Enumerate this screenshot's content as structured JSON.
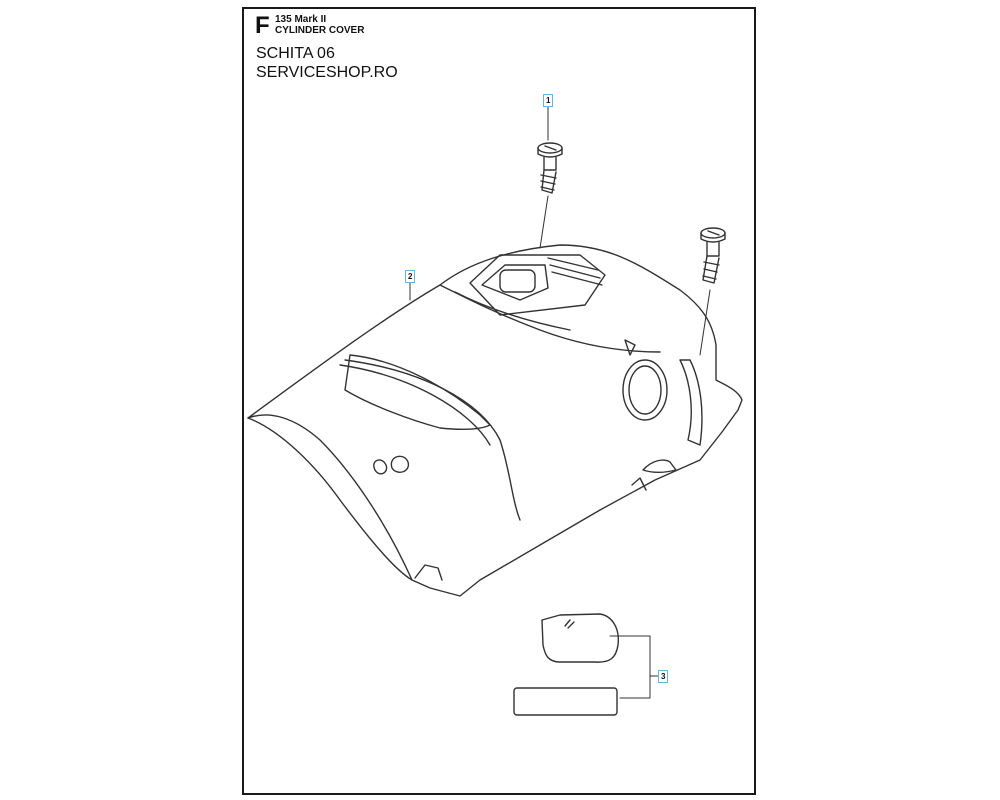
{
  "header": {
    "section_letter": "F",
    "model": "135 Mark II",
    "title": "CYLINDER COVER"
  },
  "notes": [
    "SCHITA 06",
    "SERVICESHOP.RO"
  ],
  "callouts": [
    {
      "id": "1",
      "label": "1"
    },
    {
      "id": "2",
      "label": "2"
    },
    {
      "id": "3",
      "label": "3"
    }
  ],
  "colors": {
    "stroke": "#333333",
    "callout_border": "#6ab4d8",
    "frame": "#1a1a1a"
  }
}
